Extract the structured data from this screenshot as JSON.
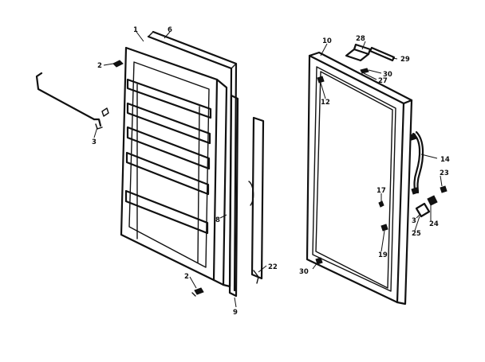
{
  "callouts": {
    "c_1": "1",
    "c_6": "6",
    "c_2_top": "2",
    "c_3_left": "3",
    "c_8": "8",
    "c_2_bottom": "2",
    "c_9": "9",
    "c_22": "22",
    "c_10": "10",
    "c_28": "28",
    "c_29": "29",
    "c_30_top": "30",
    "c_27": "27",
    "c_12": "12",
    "c_14": "14",
    "c_23": "23",
    "c_17": "17",
    "c_3_right": "3",
    "c_25": "25",
    "c_24": "24",
    "c_19": "19",
    "c_30_bottom": "30"
  }
}
